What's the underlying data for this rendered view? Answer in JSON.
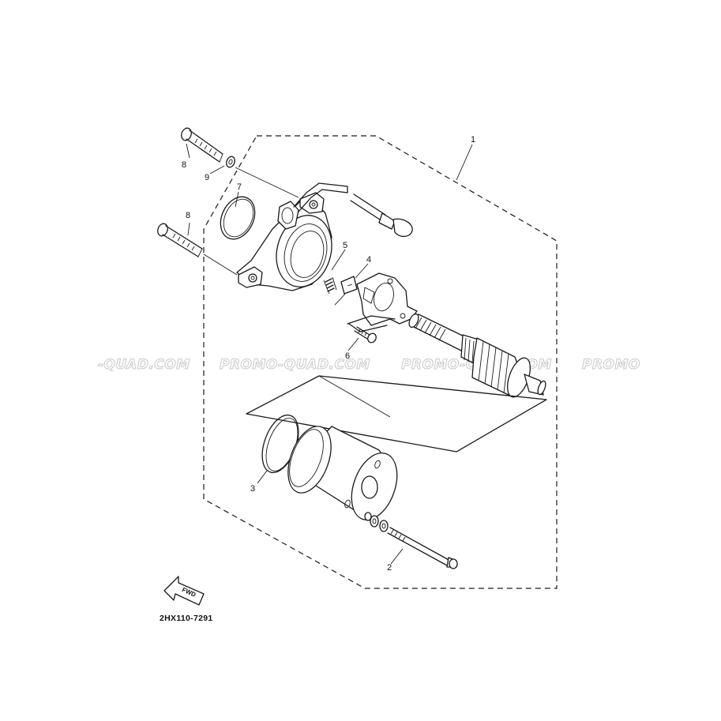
{
  "diagram": {
    "drawing_code": "2HX110-7291",
    "direction_marker": "FWD",
    "part_callouts": [
      {
        "id": "1",
        "label": "1"
      },
      {
        "id": "2",
        "label": "2"
      },
      {
        "id": "3",
        "label": "3"
      },
      {
        "id": "4",
        "label": "4"
      },
      {
        "id": "5",
        "label": "5"
      },
      {
        "id": "6",
        "label": "6"
      },
      {
        "id": "7",
        "label": "7"
      },
      {
        "id": "8a",
        "label": "8"
      },
      {
        "id": "8b",
        "label": "8"
      },
      {
        "id": "9",
        "label": "9"
      }
    ]
  },
  "watermarks": [
    "-QUAD.COM",
    "PROMO-QUAD.COM",
    "PROMO-QUAD.COM",
    "PROMO"
  ],
  "colors": {
    "ink": "#1a1a1a",
    "background": "#ffffff",
    "watermark": "#c9c9c9"
  }
}
